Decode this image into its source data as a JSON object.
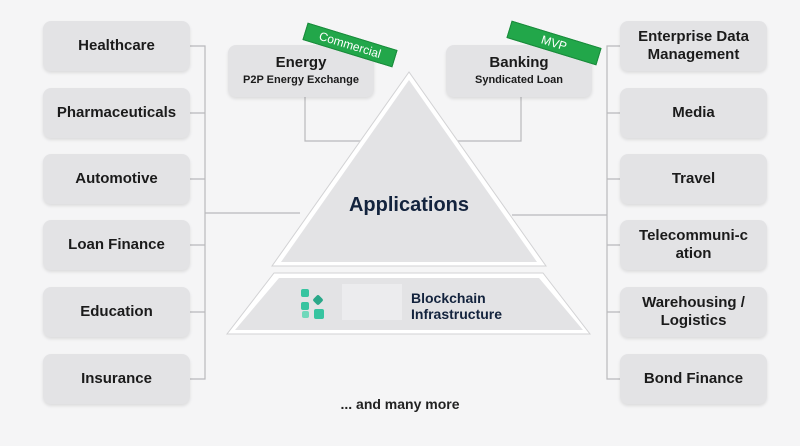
{
  "left_items": [
    "Healthcare",
    "Pharmaceuticals",
    "Automotive",
    "Loan Finance",
    "Education",
    "Insurance"
  ],
  "right_items": [
    "Enterprise Data Management",
    "Media",
    "Travel",
    "Telecommuni-cation",
    "Warehousing / Logistics",
    "Bond Finance"
  ],
  "top_boxes": {
    "energy": {
      "title": "Energy",
      "subtitle": "P2P Energy Exchange",
      "badge": "Commercial"
    },
    "banking": {
      "title": "Banking",
      "subtitle": "Syndicated Loan",
      "badge": "MVP"
    }
  },
  "center": {
    "applications": "Applications",
    "blockchain_line1": "Blockchain",
    "blockchain_line2": "Infrastructure"
  },
  "footer": "... and many more",
  "colors": {
    "box": "#e3e3e5",
    "badge": "#22a74a",
    "logo": "#37c4a0",
    "text_dark": "#13233d"
  }
}
